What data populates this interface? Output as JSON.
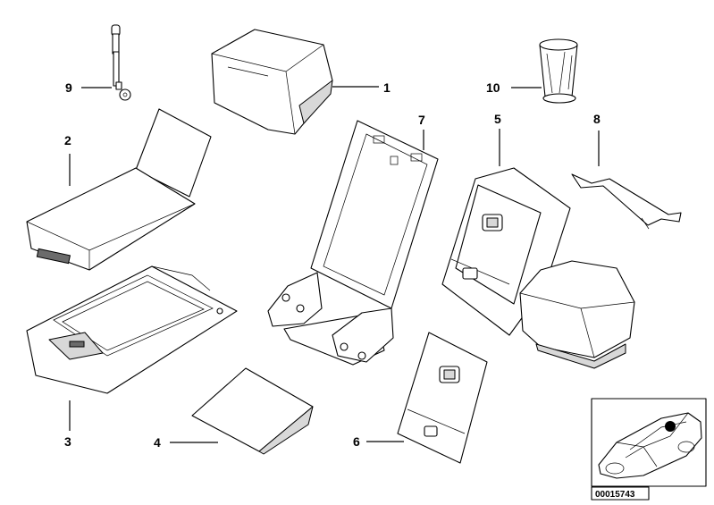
{
  "callouts": [
    {
      "id": "1",
      "label": "1"
    },
    {
      "id": "2",
      "label": "2"
    },
    {
      "id": "3",
      "label": "3"
    },
    {
      "id": "4",
      "label": "4"
    },
    {
      "id": "5",
      "label": "5"
    },
    {
      "id": "6",
      "label": "6"
    },
    {
      "id": "7",
      "label": "7"
    },
    {
      "id": "8",
      "label": "8"
    },
    {
      "id": "9",
      "label": "9"
    },
    {
      "id": "10",
      "label": "10"
    }
  ],
  "reference_number": "00015743"
}
